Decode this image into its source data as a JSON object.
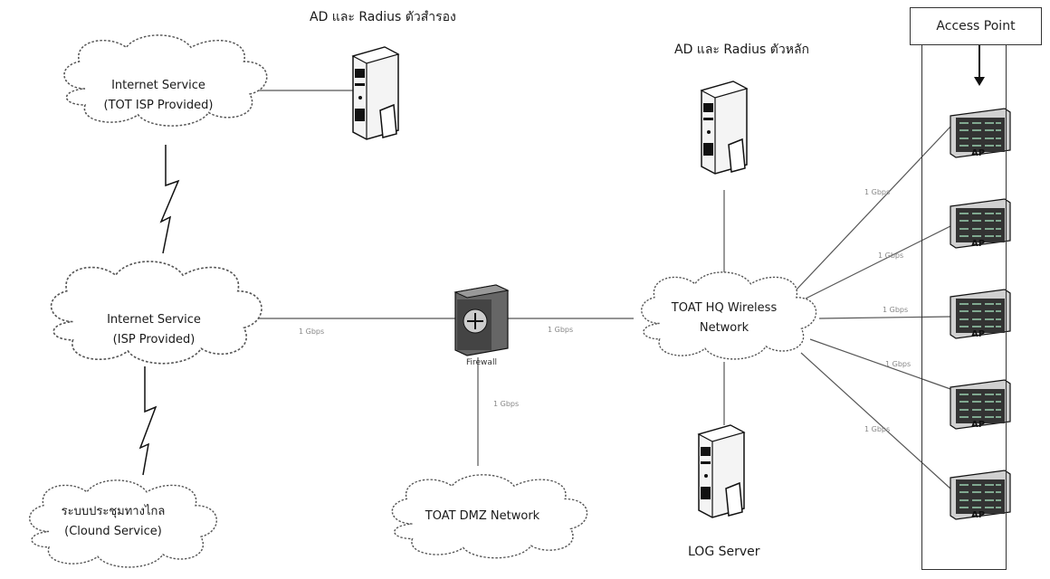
{
  "headings": {
    "ad_backup": "AD และ Radius ตัวสำรอง",
    "ad_main": "AD และ Radius ตัวหลัก",
    "access_point": "Access Point",
    "log_server": "LOG Server"
  },
  "clouds": {
    "internet_tot": {
      "line1": "Internet Service",
      "line2": "(TOT ISP Provided)"
    },
    "internet_isp": {
      "line1": "Internet Service",
      "line2": "(ISP Provided)"
    },
    "meeting": {
      "line1": "ระบบประชุมทางไกล",
      "line2": "(Clound Service)"
    },
    "dmz": {
      "line1": "TOAT DMZ Network"
    },
    "hq": {
      "line1": "TOAT HQ Wireless",
      "line2": "Network"
    }
  },
  "devices": {
    "firewall_label": "Firewall",
    "ap_label": "AP"
  },
  "link_labels": {
    "isp_firewall": "1 Gbps",
    "firewall_hq": "1 Gbps",
    "firewall_dmz": "1 Gbps",
    "ap1": "1 Gbps",
    "ap2": "1 Gbps",
    "ap3": "1 Gbps",
    "ap4": "1 Gbps",
    "ap5": "1 Gbps"
  },
  "colors": {
    "line": "#555555",
    "server_body": "#f4f4f4",
    "server_dark": "#111111",
    "ap_green": "#1a7a4a"
  }
}
